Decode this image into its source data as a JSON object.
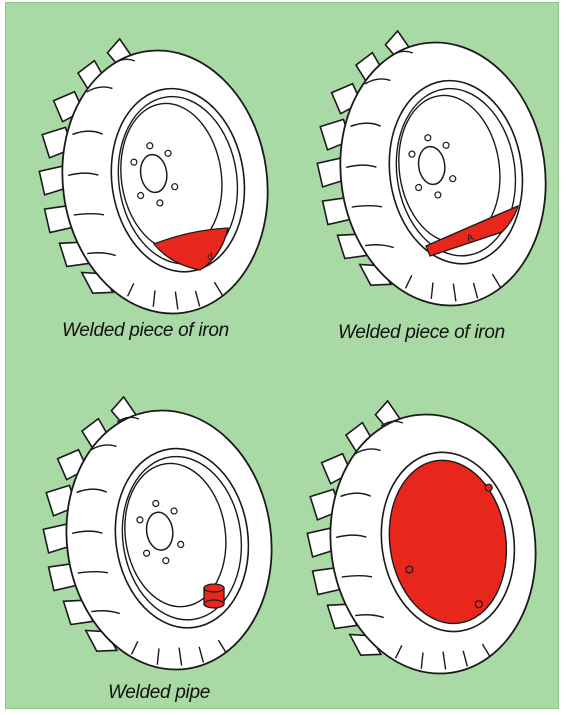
{
  "colors": {
    "background": "#a9d9a4",
    "tire_fill": "#ffffff",
    "outline": "#1a1a1a",
    "weight_fill": "#e8261c"
  },
  "panels": [
    {
      "id": "top-left",
      "weight_type": "iron-segment",
      "caption": "Welded piece of iron"
    },
    {
      "id": "top-right",
      "weight_type": "iron-strip",
      "caption": "Welded piece of iron"
    },
    {
      "id": "bottom-left",
      "weight_type": "pipe",
      "caption": "Welded pipe"
    },
    {
      "id": "bottom-right",
      "weight_type": "disc-plate",
      "caption": ""
    }
  ]
}
